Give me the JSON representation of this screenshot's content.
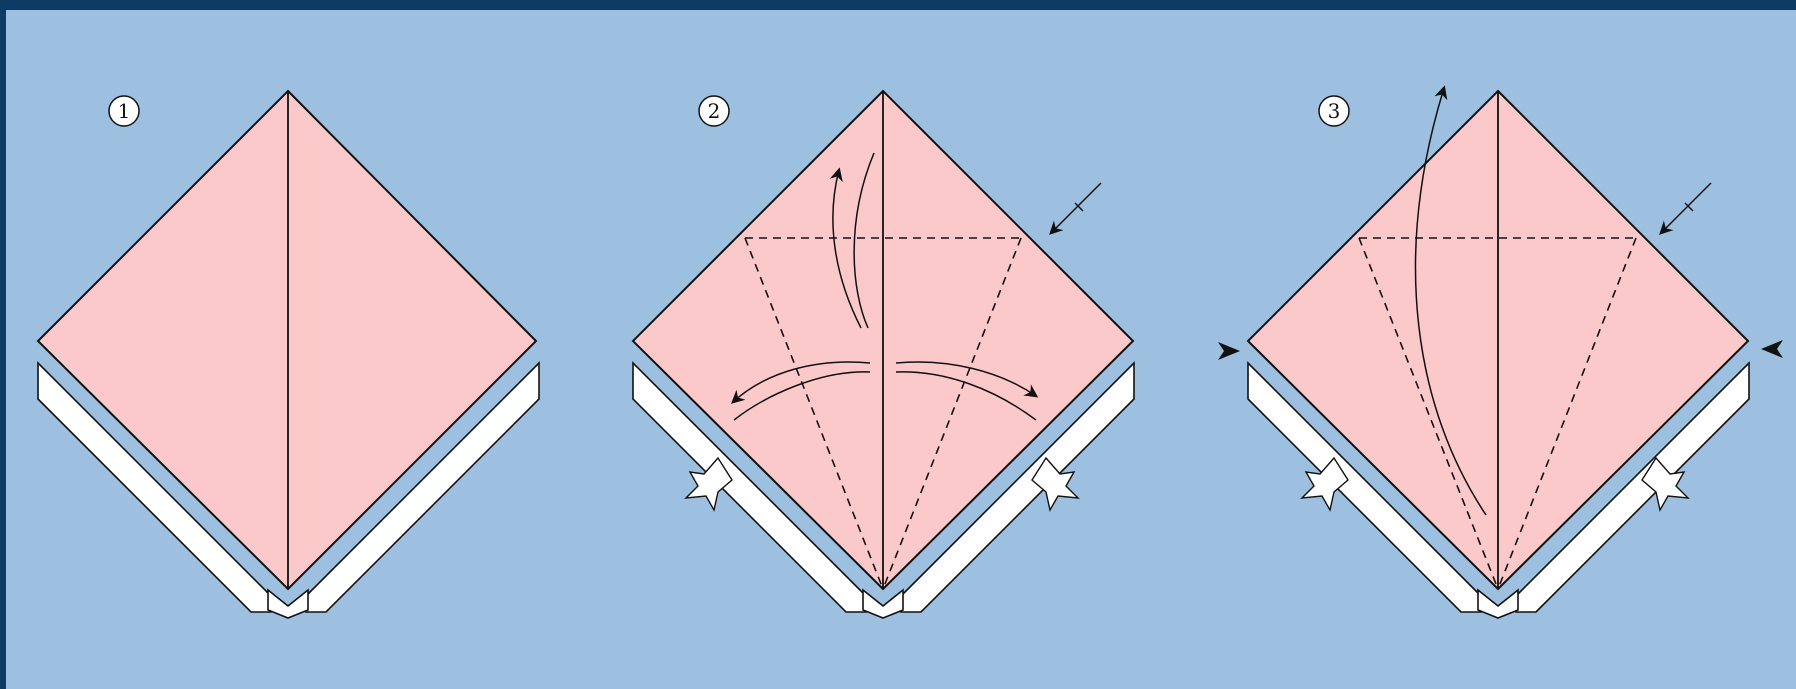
{
  "colors": {
    "frame": "#0e3a66",
    "background": "#9dbfe0",
    "paper_front": "#fbc9c9",
    "paper_back": "#ffffff",
    "line": "#111111"
  },
  "steps": [
    {
      "number": "1"
    },
    {
      "number": "2"
    },
    {
      "number": "3"
    }
  ]
}
